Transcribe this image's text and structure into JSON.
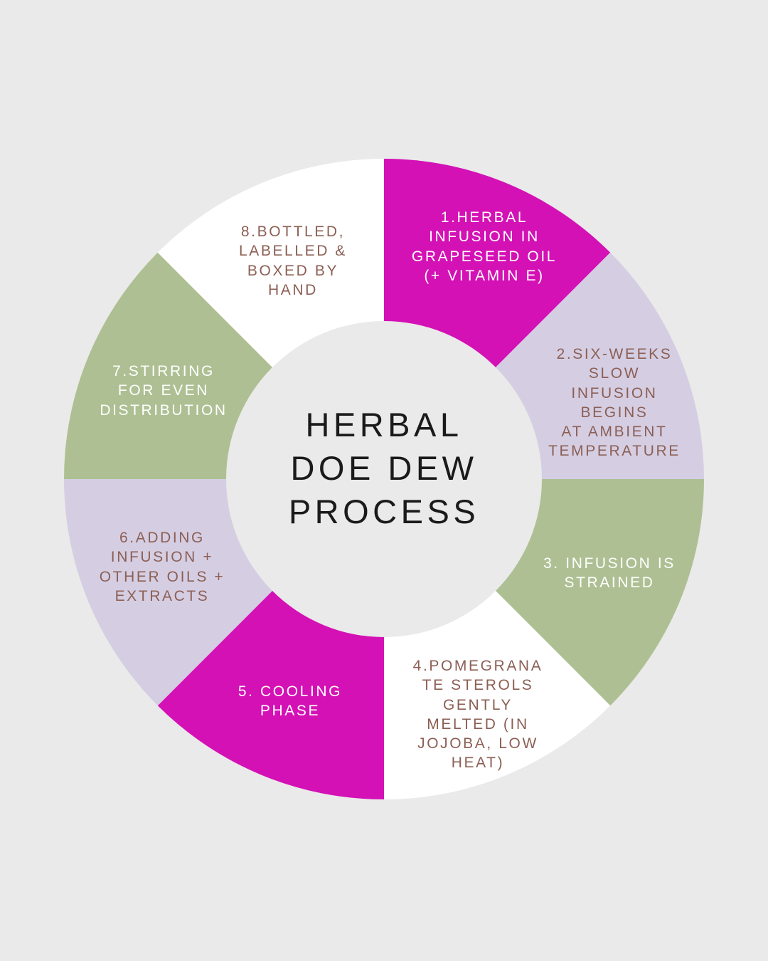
{
  "background_color": "#eaeaea",
  "center": {
    "title": "HERBAL\nDOE DEW\nPROCESS",
    "fill_color": "#eaeaea",
    "text_color": "#1a1a1a"
  },
  "palette": {
    "magenta": "#d411b5",
    "lavender": "#d5cee3",
    "sage_green": "#aec093",
    "white": "#ffffff",
    "brown_text": "#8c5f54",
    "white_text": "#ffffff"
  },
  "chart_data": {
    "type": "pie",
    "title": "HERBAL DOE DEW PROCESS",
    "subtitle": "",
    "xlabel": "",
    "ylabel": "",
    "grid": false,
    "legend_position": "none",
    "hole_ratio": 0.49,
    "start_angle_deg": 0,
    "direction": "clockwise",
    "categories": [
      "1.HERBAL INFUSION IN GRAPESEED OIL (+ VITAMIN E)",
      "2.SIX-WEEKS SLOW INFUSION BEGINS AT AMBIENT TEMPERATURE",
      "3. INFUSION IS STRAINED",
      "4.POMEGRANATE STEROLS GENTLY MELTED (IN JOJOBA, LOW HEAT)",
      "5. COOLING PHASE",
      "6.ADDING INFUSION + OTHER OILS + EXTRACTS",
      "7.STIRRING FOR EVEN DISTRIBUTION",
      "8.BOTTLED, LABELLED & BOXED BY HAND"
    ],
    "values": [
      12.5,
      12.5,
      12.5,
      12.5,
      12.5,
      12.5,
      12.5,
      12.5
    ],
    "slice_colors": [
      "#d411b5",
      "#d5cee3",
      "#aec093",
      "#ffffff",
      "#d411b5",
      "#d5cee3",
      "#aec093",
      "#ffffff"
    ]
  },
  "segments": [
    {
      "index": "1",
      "label": "1.HERBAL\nINFUSION IN\nGRAPESEED OIL\n(+ VITAMIN E)",
      "fill": "#d411b5",
      "text_color": "#ffffff",
      "start_deg": 0,
      "end_deg": 45,
      "share_percent": 12.5
    },
    {
      "index": "2",
      "label": "2.SIX-WEEKS\nSLOW\nINFUSION\nBEGINS\nAT AMBIENT\nTEMPERATURE",
      "fill": "#d5cee3",
      "text_color": "#8c5f54",
      "start_deg": 45,
      "end_deg": 90,
      "share_percent": 12.5
    },
    {
      "index": "3",
      "label": "3. INFUSION IS\nSTRAINED",
      "fill": "#aec093",
      "text_color": "#ffffff",
      "start_deg": 90,
      "end_deg": 135,
      "share_percent": 12.5
    },
    {
      "index": "4",
      "label": "4.POMEGRANA\nTE STEROLS\nGENTLY\nMELTED (IN\nJOJOBA, LOW\nHEAT)",
      "fill": "#ffffff",
      "text_color": "#8c5f54",
      "start_deg": 135,
      "end_deg": 180,
      "share_percent": 12.5
    },
    {
      "index": "5",
      "label": "5. COOLING\nPHASE",
      "fill": "#d411b5",
      "text_color": "#ffffff",
      "start_deg": 180,
      "end_deg": 225,
      "share_percent": 12.5
    },
    {
      "index": "6",
      "label": "6.ADDING\nINFUSION +\nOTHER OILS +\nEXTRACTS",
      "fill": "#d5cee3",
      "text_color": "#8c5f54",
      "start_deg": 225,
      "end_deg": 270,
      "share_percent": 12.5
    },
    {
      "index": "7",
      "label": "7.STIRRING\nFOR EVEN\nDISTRIBUTION",
      "fill": "#aec093",
      "text_color": "#ffffff",
      "start_deg": 270,
      "end_deg": 315,
      "share_percent": 12.5
    },
    {
      "index": "8",
      "label": "8.BOTTLED,\nLABELLED &\nBOXED BY\nHAND",
      "fill": "#ffffff",
      "text_color": "#8c5f54",
      "start_deg": 315,
      "end_deg": 360,
      "share_percent": 12.5
    }
  ]
}
